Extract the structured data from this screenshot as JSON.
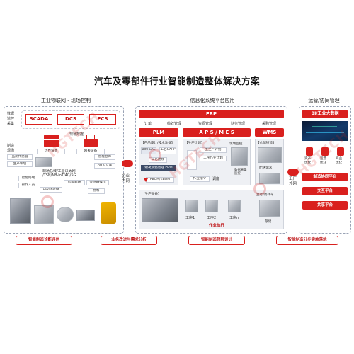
{
  "title": "汽车及零部件行业智能制造整体解决方案",
  "sections": {
    "left": "工业物联网 - 现场控制",
    "middle": "信息化系统平台应用",
    "right": "运营/协同管理"
  },
  "left": {
    "data_collect": "数据\n监控\n采集",
    "systems": [
      "SCADA",
      "DCS",
      "FCS"
    ],
    "field_data": "现场数据",
    "mfg_site": "制造\n现场",
    "edge_device": "边界设备",
    "gateway_device": "网关设备",
    "sensors": [
      "监测传感器",
      "生产环境"
    ],
    "bus_label": "现场总线/工业以太网\n/TSN/NB-IoT/4G/5G",
    "devices": [
      "智能终端",
      "智能仓库",
      "操作人员",
      "AGV/立库",
      "智能辊轴",
      "传感器操作",
      "自动化装备",
      "物料"
    ]
  },
  "middle": {
    "erp": "ERP",
    "erp_items": [
      "订单",
      "绩效管理",
      "资源管理",
      "财务管理",
      "采购管理"
    ],
    "plm": "PLM",
    "apsmes": "A P S / M E S",
    "wms": "WMS",
    "plm_items": [
      "【产品设计/技术准备】",
      "BIM CAE",
      "工艺CAPP",
      "工艺路线",
      "研发数据管理 PDM",
      "PBOM/EBOM"
    ],
    "mes_items": [
      "【生产计划】",
      "主生产计划",
      "工序作业计划",
      "作业指令",
      "调度",
      "数据采集监控"
    ],
    "quality": "现场监控",
    "wms_items": [
      "【仓储物流】",
      "配送需求",
      "立仓/周转车",
      "存储"
    ],
    "prep": "【生产准备】",
    "stations": [
      "工序1",
      "工序2",
      "工序n"
    ],
    "exec": "作业执行",
    "enterprise_intranet": "企业\n内网",
    "factory_extranet": "工厂\n外网"
  },
  "right": {
    "bi": "BI/工业大数据",
    "icons": [
      "资产\n优化",
      "运营\n优化",
      "商业\n优化"
    ],
    "platforms": [
      "制造协同平台",
      "交互平台",
      "共享平台"
    ]
  },
  "bottom_buttons": [
    "智能制造诊断评估",
    "业务改进与需求分析",
    "智能制造顶层设计",
    "智能制造分步实施落地"
  ],
  "watermark": "HGTECH",
  "colors": {
    "accent": "#d9201e",
    "border": "#9aa3b5"
  }
}
